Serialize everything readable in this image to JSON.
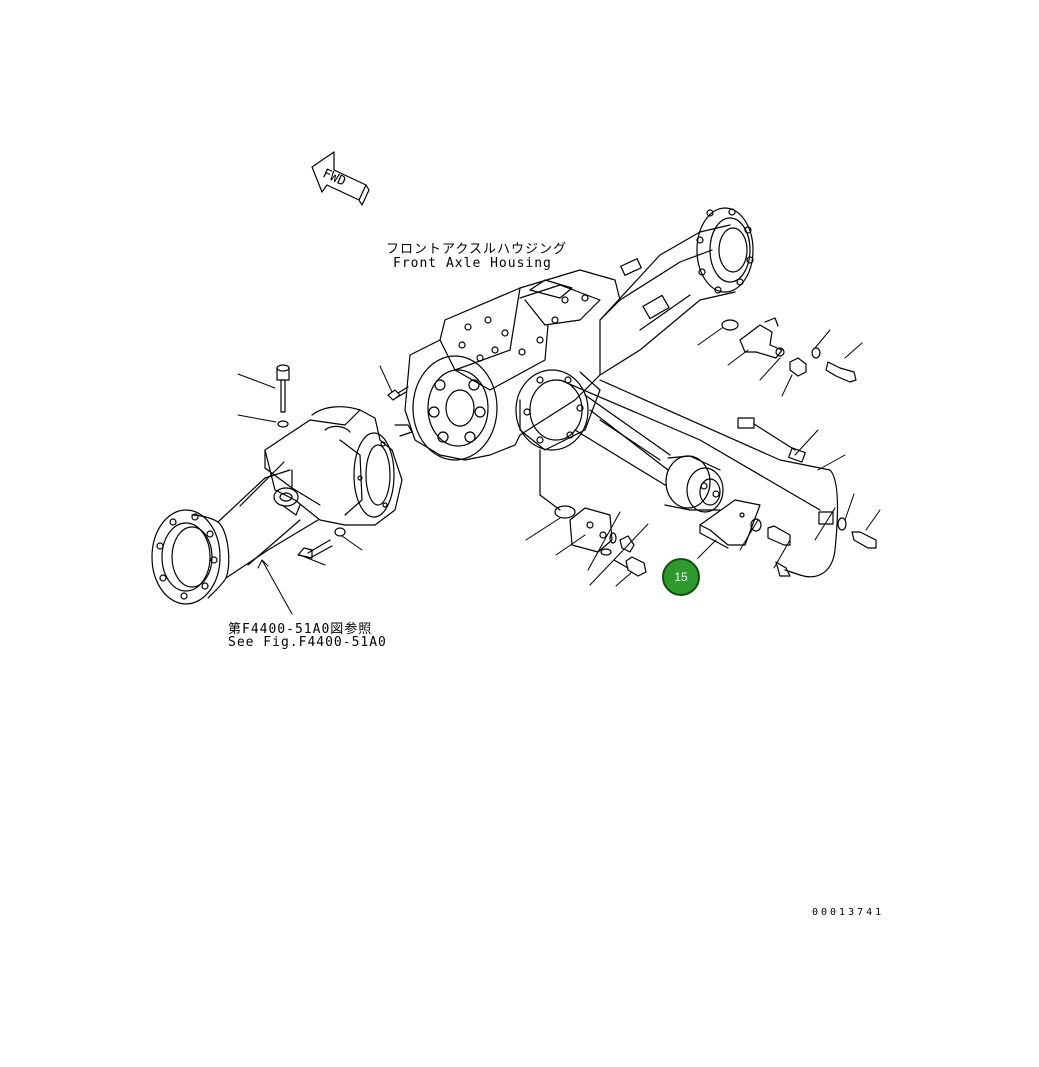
{
  "labels": {
    "fwd": "FWD",
    "housing_jp": "フロントアクスルハウジング",
    "housing_en": "Front Axle Housing",
    "see_fig_jp": "第F4400-51A0図参照",
    "see_fig_en": "See Fig.F4400-51A0"
  },
  "callout": {
    "number": "15",
    "color": "#2e9a2c"
  },
  "document_number": "00013741"
}
